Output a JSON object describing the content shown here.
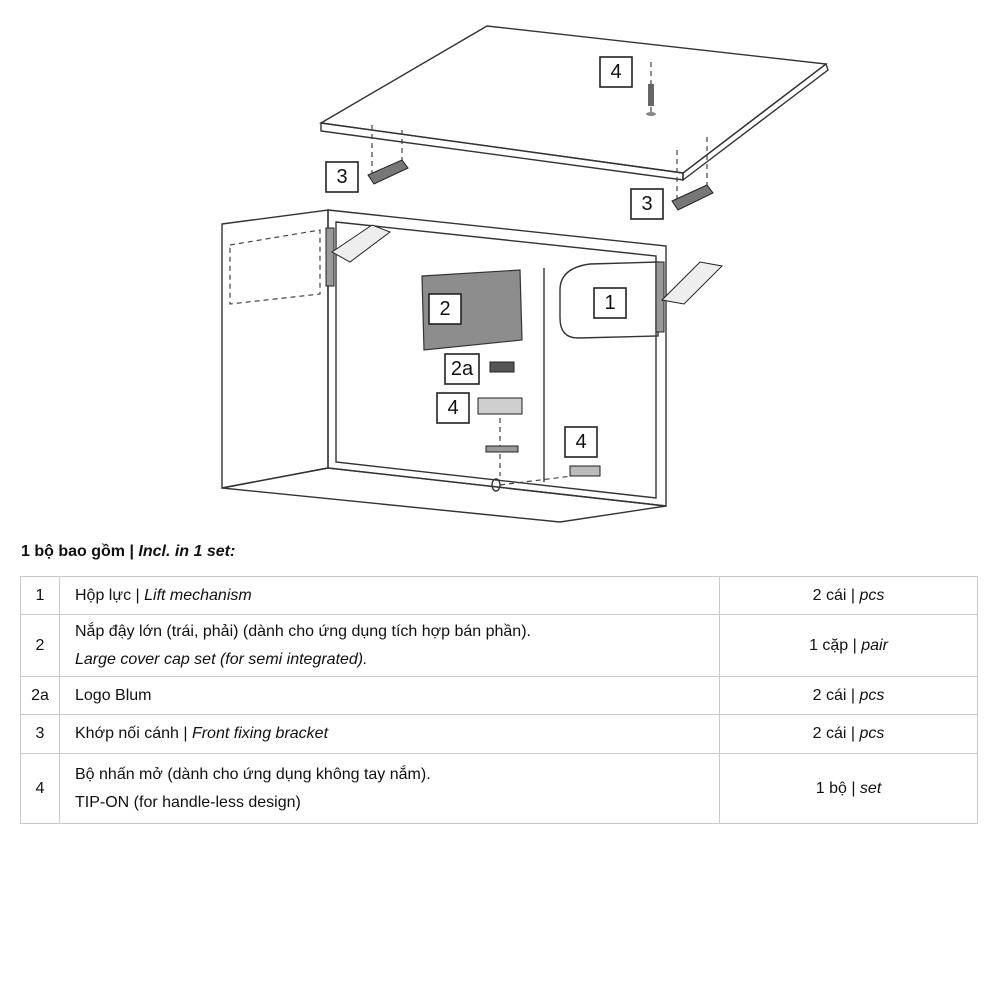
{
  "diagram": {
    "callouts": [
      {
        "id": "lid-4",
        "label": "4"
      },
      {
        "id": "bracket-left-3",
        "label": "3"
      },
      {
        "id": "bracket-right-3",
        "label": "3"
      },
      {
        "id": "cover-2",
        "label": "2"
      },
      {
        "id": "lift-1",
        "label": "1"
      },
      {
        "id": "logo-2a",
        "label": "2a"
      },
      {
        "id": "tipon-4",
        "label": "4"
      },
      {
        "id": "bottom-4",
        "label": "4"
      }
    ]
  },
  "set_heading": {
    "prefix": "1 bộ bao gồm | ",
    "italic": "Incl. in 1 set:"
  },
  "rows": [
    {
      "num": "1",
      "line1": "Hộp lực | ",
      "line1_italic": "Lift mechanism",
      "line2": "",
      "line2_italic": "",
      "qty": "2 cái | ",
      "qty_italic": "pcs"
    },
    {
      "num": "2",
      "line1": "Nắp đậy lớn (trái, phải) (dành cho ứng dụng tích hợp bán phần).",
      "line1_italic": "",
      "line2": "",
      "line2_italic": "Large cover cap set (for semi integrated).",
      "qty": "1 cặp | ",
      "qty_italic": "pair"
    },
    {
      "num": "2a",
      "line1": "Logo Blum",
      "line1_italic": "",
      "line2": "",
      "line2_italic": "",
      "qty": "2 cái | ",
      "qty_italic": "pcs"
    },
    {
      "num": "3",
      "line1": "Khớp nối cánh | ",
      "line1_italic": "Front fixing bracket",
      "line2": "",
      "line2_italic": "",
      "qty": "2 cái | ",
      "qty_italic": "pcs"
    },
    {
      "num": "4",
      "line1": "Bộ nhấn mở (dành cho ứng dụng không tay nắm).",
      "line1_italic": "",
      "line2": "TIP-ON (for handle-less design)",
      "line2_italic": "",
      "qty": "1 bộ | ",
      "qty_italic": "set"
    }
  ]
}
